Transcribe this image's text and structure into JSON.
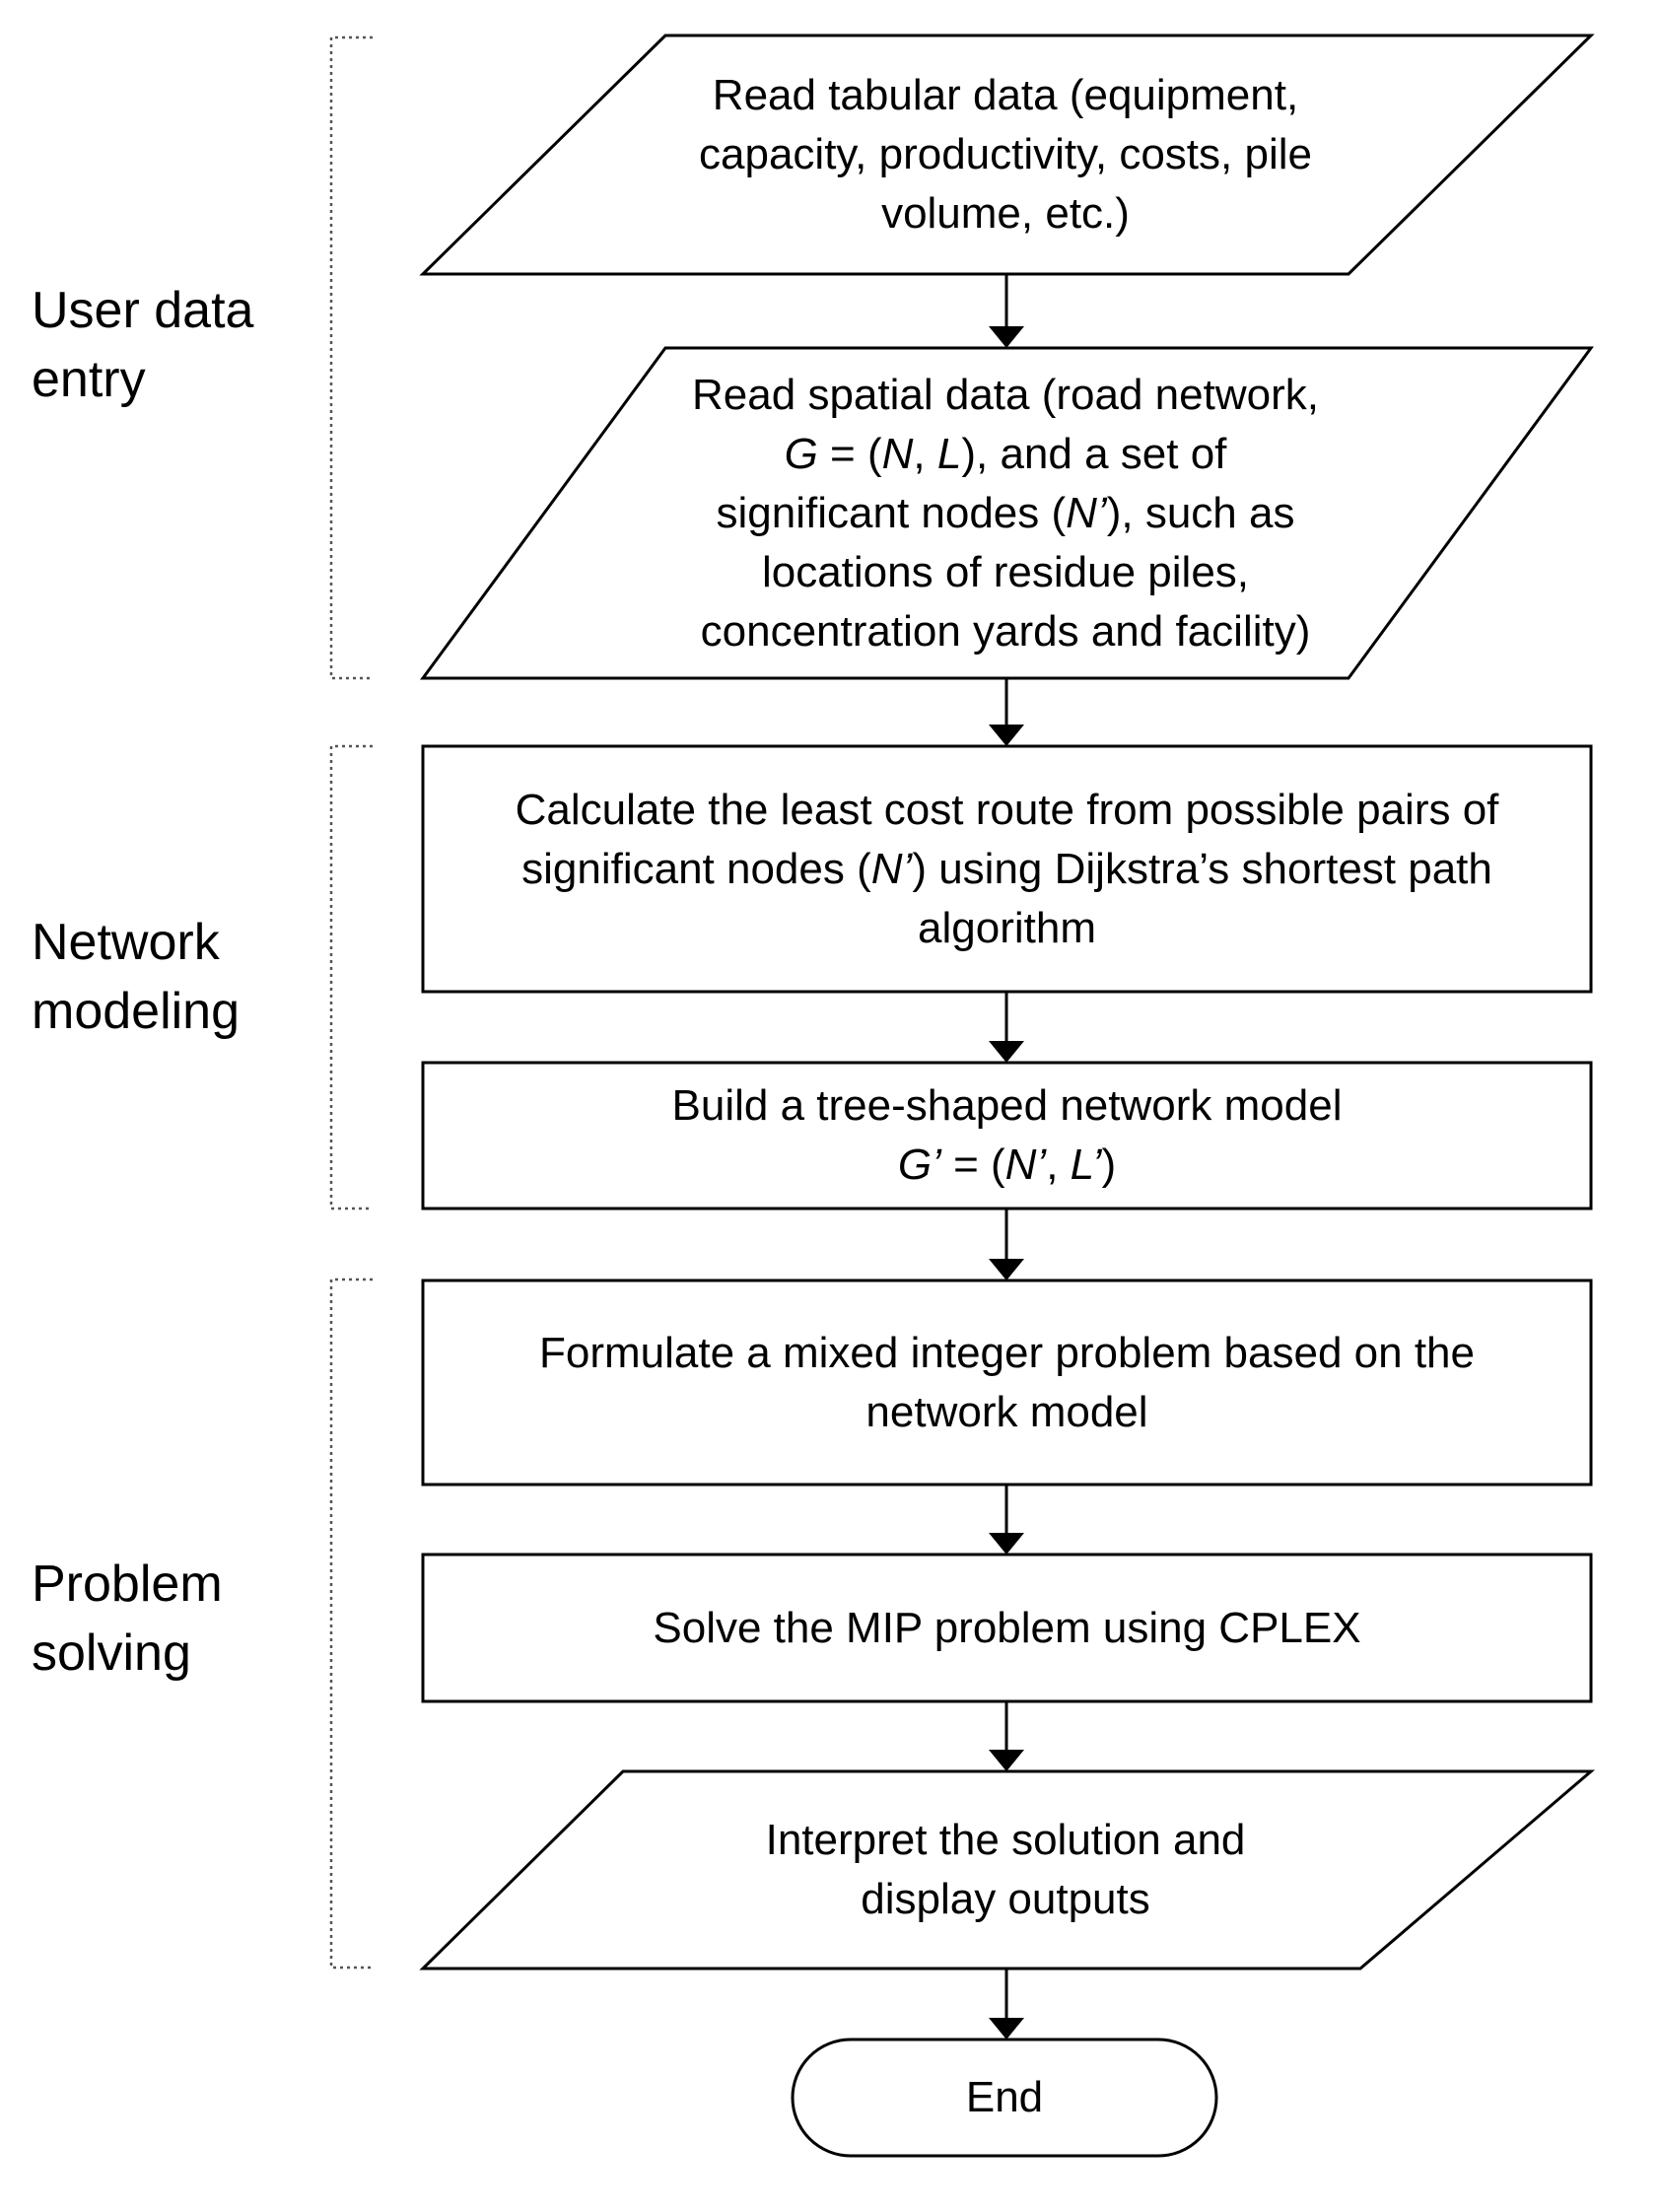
{
  "sections": [
    {
      "id": "user-data-entry",
      "lines": [
        "User data",
        "entry"
      ]
    },
    {
      "id": "network-modeling",
      "lines": [
        "Network",
        "modeling"
      ]
    },
    {
      "id": "problem-solving",
      "lines": [
        "Problem",
        "solving"
      ]
    }
  ],
  "nodes": [
    {
      "id": "read-tabular-data",
      "shape": "parallelogram",
      "lines": [
        "Read tabular data (equipment,",
        "capacity, productivity, costs, pile",
        "volume, etc.)"
      ]
    },
    {
      "id": "read-spatial-data",
      "shape": "parallelogram",
      "lines": [
        "Read spatial data (road network,",
        "G = (N, L), and a set of",
        "significant nodes (N’), such as",
        "locations of residue piles,",
        "concentration yards and facility)"
      ]
    },
    {
      "id": "calculate-least-cost-route",
      "shape": "rectangle",
      "lines": [
        "Calculate the least cost route from possible pairs of",
        "significant nodes (N’) using Dijkstra’s shortest path",
        "algorithm"
      ]
    },
    {
      "id": "build-tree-network-model",
      "shape": "rectangle",
      "lines": [
        "Build a tree-shaped network model",
        "G’ = (N’, L’)"
      ]
    },
    {
      "id": "formulate-mip",
      "shape": "rectangle",
      "lines": [
        "Formulate a mixed integer problem based on the",
        "network model"
      ]
    },
    {
      "id": "solve-mip",
      "shape": "rectangle",
      "lines": [
        "Solve the MIP problem using CPLEX"
      ]
    },
    {
      "id": "interpret-solution",
      "shape": "parallelogram",
      "lines": [
        "Interpret the solution and",
        "display outputs"
      ]
    },
    {
      "id": "end",
      "shape": "terminator",
      "lines": [
        "End"
      ]
    }
  ],
  "edges": [
    {
      "from": "read-tabular-data",
      "to": "read-spatial-data"
    },
    {
      "from": "read-spatial-data",
      "to": "calculate-least-cost-route"
    },
    {
      "from": "calculate-least-cost-route",
      "to": "build-tree-network-model"
    },
    {
      "from": "build-tree-network-model",
      "to": "formulate-mip"
    },
    {
      "from": "formulate-mip",
      "to": "solve-mip"
    },
    {
      "from": "solve-mip",
      "to": "interpret-solution"
    },
    {
      "from": "interpret-solution",
      "to": "end"
    }
  ],
  "colors": {
    "stroke": "#000000",
    "fill": "#ffffff",
    "bracket": "#555555",
    "text": "#000000"
  }
}
